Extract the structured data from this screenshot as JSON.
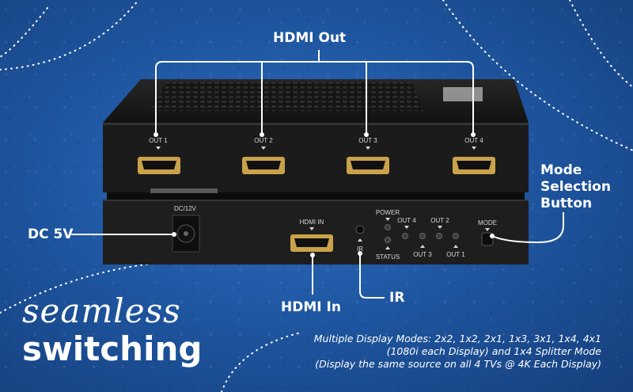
{
  "callouts": {
    "hdmi_out": "HDMI Out",
    "mode_button": [
      "Mode",
      "Selection",
      "Button"
    ],
    "dc": "DC 5V",
    "hdmi_in": "HDMI In",
    "ir": "IR"
  },
  "tagline": {
    "line1": "seamless",
    "line2": "switching"
  },
  "description": [
    "Multiple Display Modes: 2x2, 1x2, 2x1, 1x3, 3x1, 1x4, 4x1",
    "(1080i each Display) and 1x4 Splitter Mode",
    "(Display the same source on all 4 TVs @ 4K Each Display)"
  ],
  "device": {
    "front_ports": [
      "OUT 1",
      "OUT 2",
      "OUT 3",
      "OUT 4"
    ],
    "rear": {
      "dc_label": "DC/12V",
      "hdmi_in_label": "HDMI IN",
      "ir_label": "IR",
      "power_label": "POWER",
      "status_label": "STATUS",
      "mode_label": "MODE",
      "led_labels": [
        "OUT 4",
        "OUT 2",
        "OUT 3",
        "OUT 1"
      ]
    }
  },
  "colors": {
    "background": "#1f57a2",
    "device": "#1d1d1d",
    "text": "#ffffff",
    "port_gold": "#c9a24a"
  }
}
